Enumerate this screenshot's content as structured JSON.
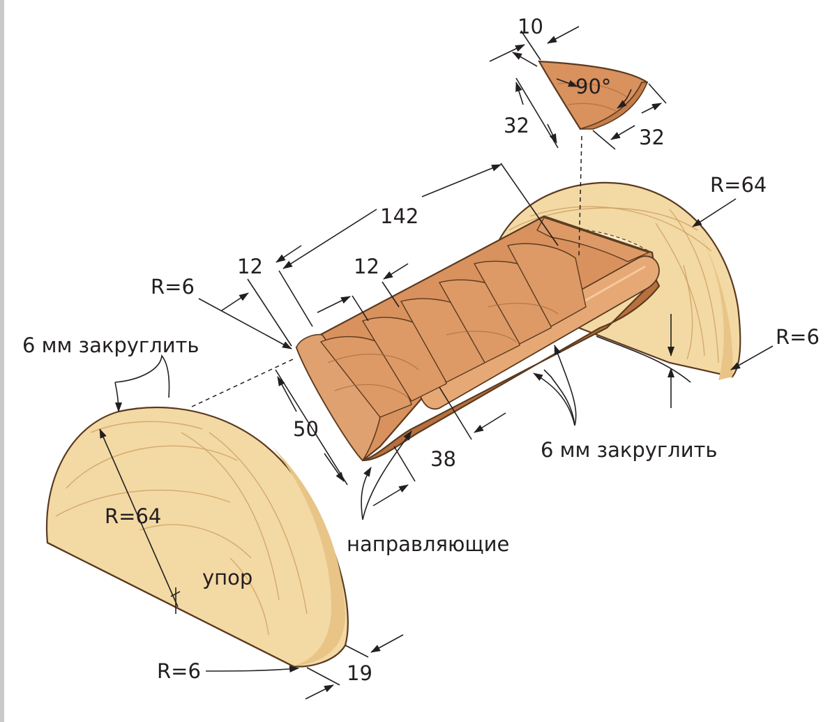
{
  "labels": {
    "dim_10": "10",
    "angle_90": "90°",
    "dim_32_left": "32",
    "dim_32_right": "32",
    "radius_64_top": "R=64",
    "dim_142": "142",
    "dim_12_left": "12",
    "dim_12_mid": "12",
    "radius_6_left": "R=6",
    "round_6mm_left": "6 мм закруглить",
    "radius_6_right": "R=6",
    "dim_50": "50",
    "dim_38": "38",
    "round_6mm_right": "6 мм закруглить",
    "guides": "направляющие",
    "radius_64_bottom": "R=64",
    "stop": "упор",
    "radius_6_bottom": "R=6",
    "dim_19": "19"
  },
  "colors": {
    "light_wood": "#f3d9a4",
    "light_wood_edge": "#e8c487",
    "dark_wood": "#d9915d",
    "dark_wood_edge": "#b8703f",
    "line": "#231f20"
  }
}
